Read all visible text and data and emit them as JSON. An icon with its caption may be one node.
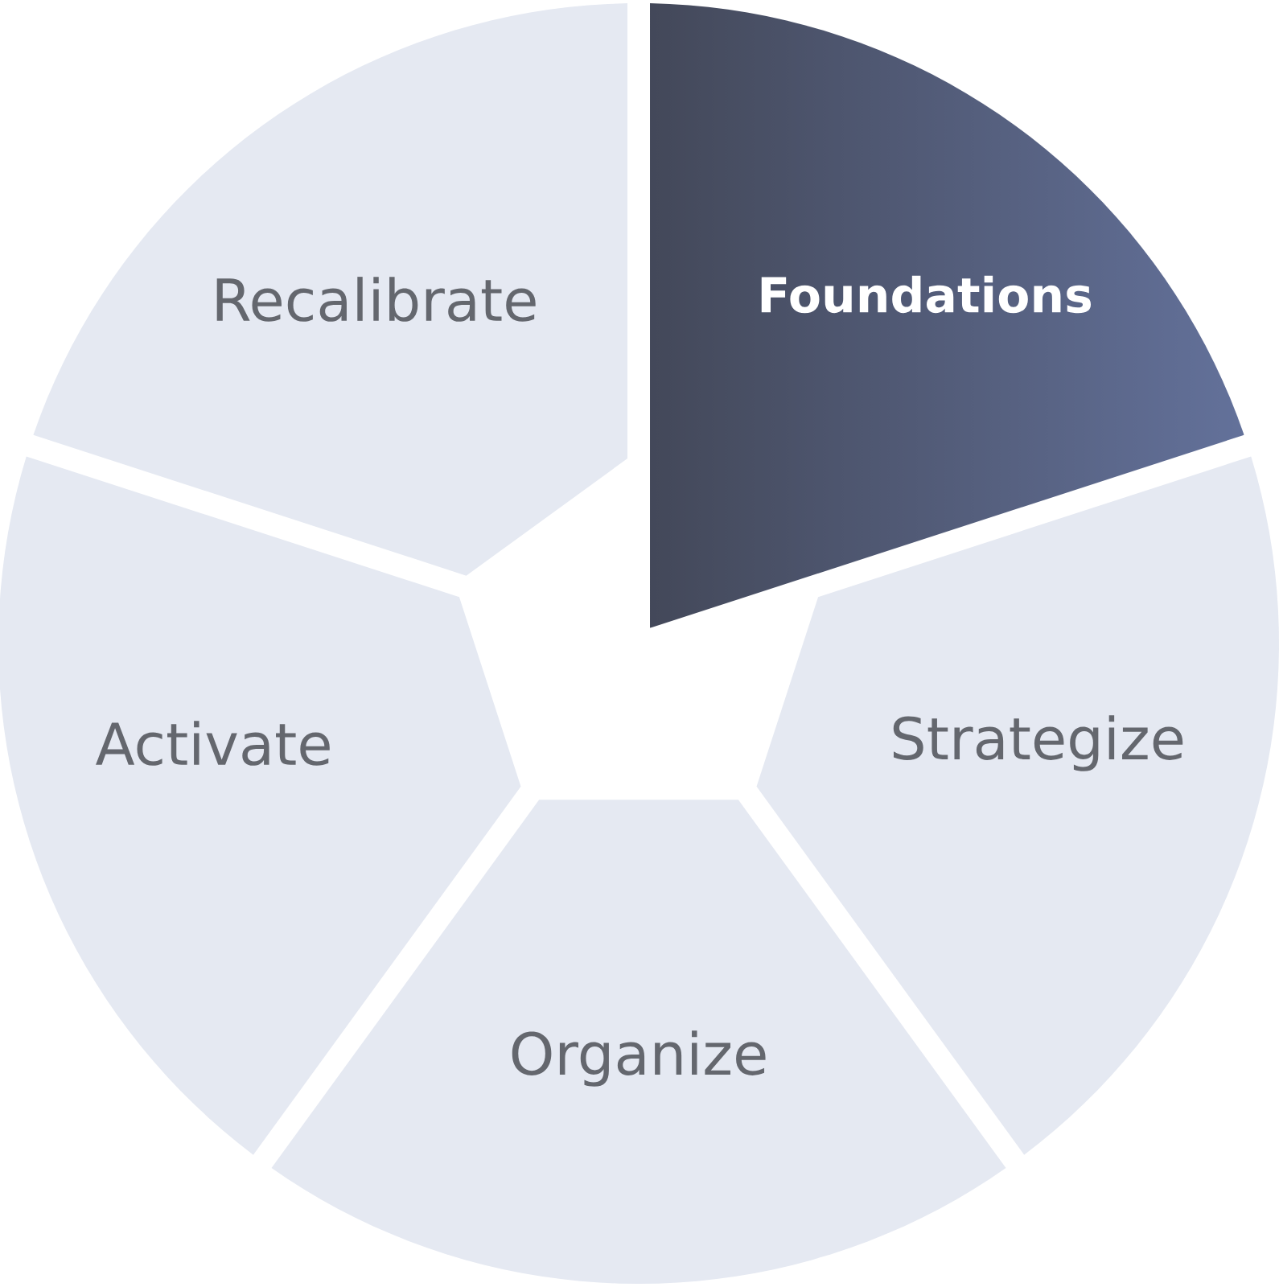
{
  "diagram": {
    "nodes": [
      {
        "text": [
          "Recalibrate"
        ]
      },
      {
        "text": [
          "Foundations"
        ]
      },
      {
        "text": [
          "Strategize"
        ]
      },
      {
        "text": [
          "Organize"
        ]
      },
      {
        "text": [
          "Activate"
        ]
      }
    ]
  }
}
